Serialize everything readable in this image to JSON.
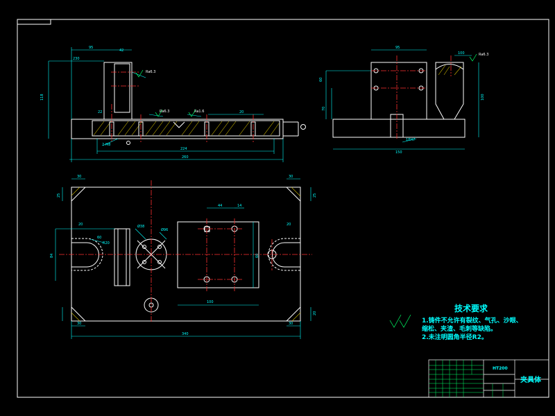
{
  "drawing": {
    "part_name": "夹具体",
    "drawing_code": "HT200",
    "tech_requirements": {
      "title": "技术要求",
      "lines": [
        "1.铸件不允许有裂纹、气孔、沙眼、",
        "缩松、夹渣、毛刺等缺陷。",
        "2.未注明圆角半径R2。"
      ]
    },
    "roughness_label": "Ra6.3"
  },
  "dimensions": {
    "front_view": [
      "95",
      "42",
      "230",
      "118",
      "22",
      "Ra6.3",
      "Ra6.3",
      "Ra1.6",
      "224",
      "260",
      "2-M8",
      "20"
    ],
    "side_view": [
      "95",
      "60",
      "70",
      "100",
      "Ra6.3",
      "100",
      "150",
      "18H7"
    ],
    "plan_view": [
      "30",
      "25",
      "30",
      "25",
      "44",
      "14",
      "20",
      "Ø38",
      "Ø96",
      "60",
      "R20",
      "84",
      "20",
      "100",
      "60",
      "30",
      "30",
      "20",
      "340"
    ]
  },
  "colors": {
    "background": "#000000",
    "outline": "#ffffff",
    "dimension": "#00ffff",
    "centerline": "#ff3030",
    "hatch": "#c8b400",
    "roughness": "#00ff66"
  }
}
